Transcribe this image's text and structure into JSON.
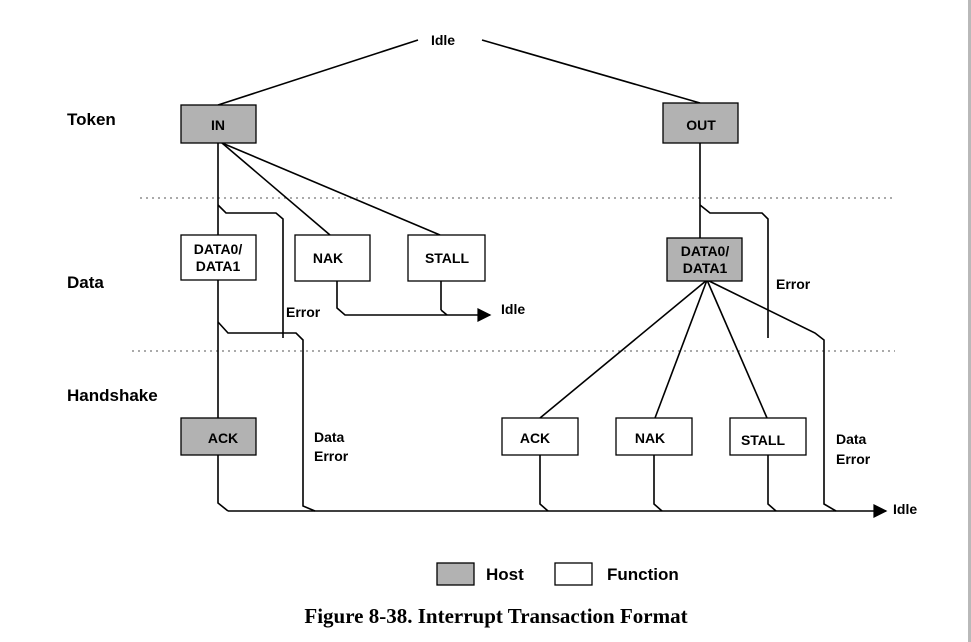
{
  "rows": {
    "token": "Token",
    "data": "Data",
    "handshake": "Handshake"
  },
  "idle": "Idle",
  "in_path": {
    "token": "IN",
    "data_box": [
      "DATA0/",
      "DATA1"
    ],
    "nak": "NAK",
    "stall": "STALL",
    "error": "Error",
    "ack": "ACK",
    "data_error": [
      "Data",
      "Error"
    ]
  },
  "out_path": {
    "token": "OUT",
    "data_box": [
      "DATA0/",
      "DATA1"
    ],
    "error": "Error",
    "ack": "ACK",
    "nak": "NAK",
    "stall": "STALL",
    "data_error": [
      "Data",
      "Error"
    ]
  },
  "legend": {
    "host": "Host",
    "function": "Function"
  },
  "colors": {
    "host_fill": "#b2b2b2",
    "function_fill": "#ffffff",
    "line": "#000000"
  },
  "caption": "Figure 8-38.  Interrupt Transaction Format"
}
